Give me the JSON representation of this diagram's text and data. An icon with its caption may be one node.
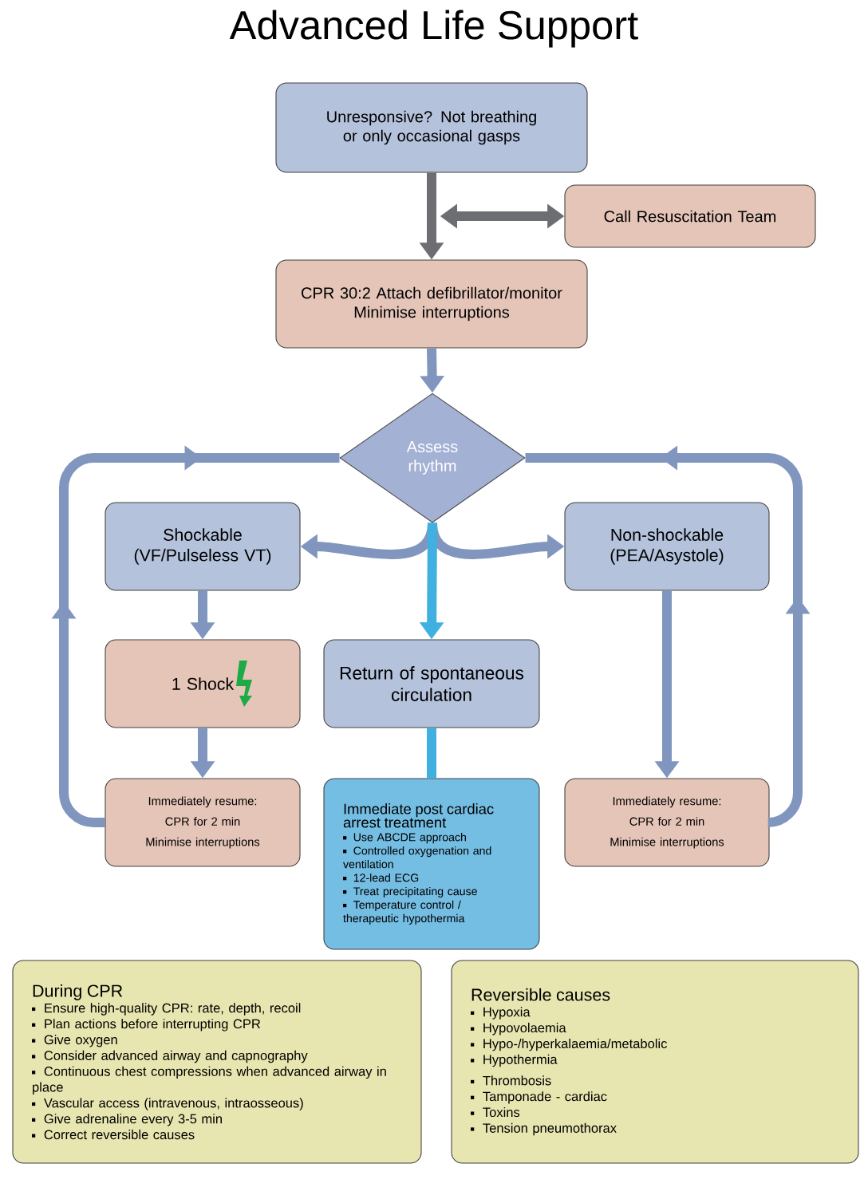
{
  "diagram": {
    "title": "Advanced Life Support",
    "nodes": [
      {
        "text": [
          "Unresponsive? Not breathing or only occasional gasps"
        ]
      },
      {
        "text": [
          "Call Resuscitation Team"
        ]
      },
      {
        "text": [
          "CPR 30:2 Attach defibrillator/monitor Minimise interruptions"
        ]
      },
      {
        "text": [
          "Assess rhythm"
        ]
      },
      {
        "text": [
          "Shockable (VF/Pulseless VT)"
        ]
      },
      {
        "text": [
          "Non-shockable (PEA/Asystole)"
        ]
      },
      {
        "text": [
          "1 Shock"
        ]
      },
      {
        "text": [
          "Return of spontaneous circulation"
        ]
      },
      {
        "text": [
          "Immediately resume:",
          "CPR for 2 min",
          "Minimise interruptions"
        ]
      },
      {
        "text": [
          "Immediate post cardiac arrest treatment",
          "Use ABCDE approach",
          "Controlled oxygenation and ventilation",
          "12-lead ECG",
          "Treat precipitating cause",
          "Temperature control / therapeutic hypothermia"
        ]
      },
      {
        "text": [
          "Immediately resume:",
          "CPR for 2 min",
          "Minimise interruptions"
        ]
      },
      {
        "text": [
          "During CPR",
          "Ensure high-quality CPR: rate, depth, recoil",
          "Plan actions before interrupting CPR",
          "Give oxygen",
          "Consider advanced airway and capnography",
          "Continuous chest compressions when advanced airway in place",
          "Vascular access (intravenous, intraosseous)",
          "Give adrenaline every 3-5 min",
          "Correct reversible causes"
        ]
      },
      {
        "text": [
          "Reversible causes",
          "Hypoxia",
          "Hypovolaemia",
          "Hypo-/hyperkalaemia/metabolic",
          "Hypothermia",
          "Thrombosis",
          "Tamponade - cardiac",
          "Toxins",
          "Tension pneumothorax"
        ]
      }
    ],
    "edges": [
      {
        "from": 0,
        "to": 2,
        "arrow": "to",
        "color": "#6d6e71"
      },
      {
        "from": null,
        "to": 1,
        "arrow": "both",
        "color": "#6d6e71"
      },
      {
        "from": 2,
        "to": 3,
        "arrow": "to"
      },
      {
        "from": 3,
        "to": 4,
        "arrow": "to"
      },
      {
        "from": 3,
        "to": 5,
        "arrow": "to"
      },
      {
        "from": 3,
        "to": 7,
        "arrow": "to",
        "color": "#3fb0e0"
      },
      {
        "from": 4,
        "to": 6,
        "arrow": "to"
      },
      {
        "from": 6,
        "to": 8,
        "arrow": "to"
      },
      {
        "from": 5,
        "to": 10,
        "arrow": "to"
      },
      {
        "from": 7,
        "to": 9,
        "arrow": "none",
        "color": "#3fb0e0"
      },
      {
        "from": 8,
        "to": 3,
        "arrow": "to"
      },
      {
        "from": 10,
        "to": 3,
        "arrow": "to"
      }
    ]
  }
}
